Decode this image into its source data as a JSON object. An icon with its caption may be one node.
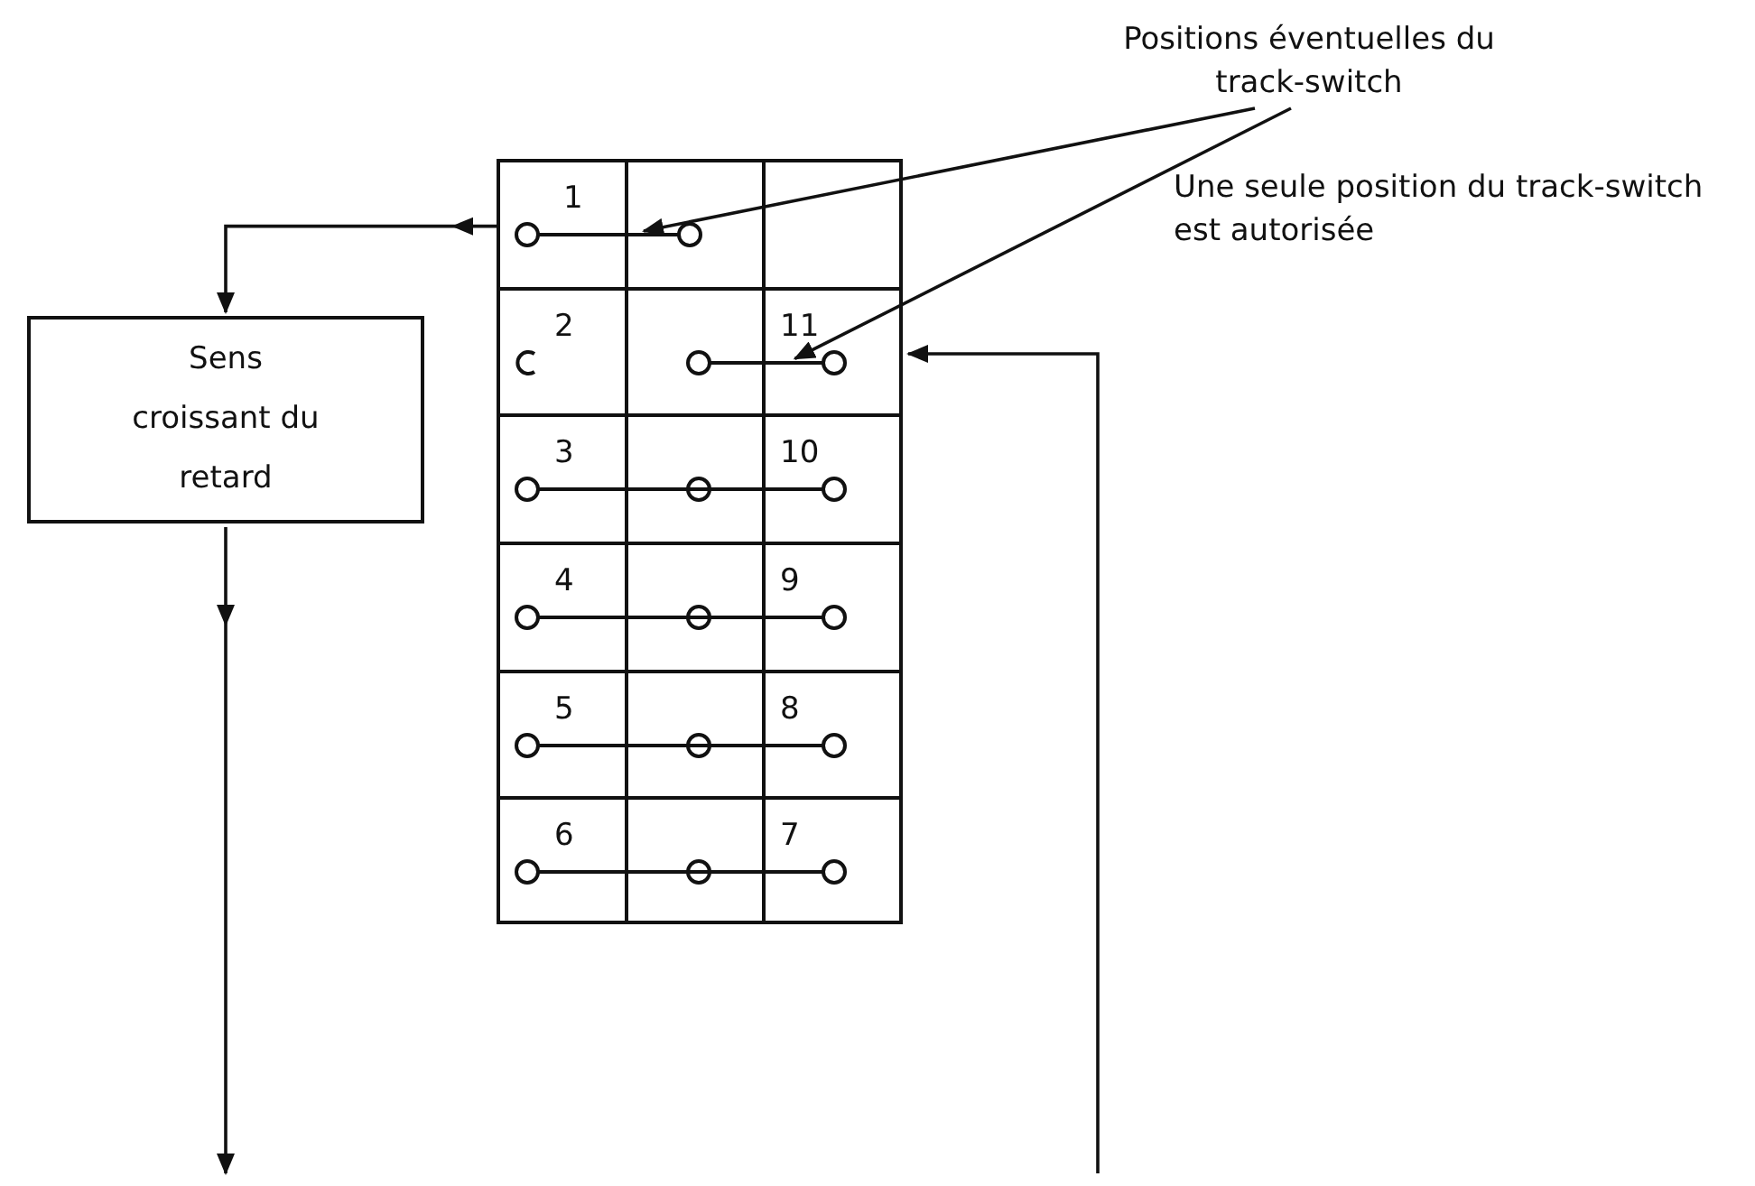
{
  "diagram": {
    "nodes": [
      {
        "text": [
          "Positions éventuelles du track-switch"
        ]
      },
      {
        "text": [
          "Sens croissant du retard"
        ]
      },
      {
        "text": [],
        "shape": "box"
      },
      {
        "text": [
          "1"
        ],
        "in": 2
      },
      {
        "text": [
          "2",
          "11"
        ],
        "in": 2
      },
      {
        "text": [
          "3",
          "10"
        ],
        "in": 2
      },
      {
        "text": [
          "4",
          "9"
        ],
        "in": 2
      },
      {
        "text": [
          "5",
          "8"
        ],
        "in": 2
      },
      {
        "text": [
          "6",
          "7"
        ],
        "in": 2
      },
      {
        "text": [],
        "shape": "bar",
        "in": 3
      },
      {
        "text": [],
        "shape": "bar",
        "in": 4
      }
    ],
    "edges": [
      {
        "from": 3,
        "to": 1,
        "arrow": "to"
      },
      {
        "from": 1,
        "to": null,
        "arrow": "to"
      },
      {
        "from": null,
        "to": 4,
        "arrow": "to"
      },
      {
        "from": 0,
        "to": 9,
        "arrow": "to"
      },
      {
        "from": 0,
        "to": 10,
        "arrow": "to"
      }
    ],
    "labels": [
      "Une seule position du track-switch est autorisée"
    ]
  }
}
